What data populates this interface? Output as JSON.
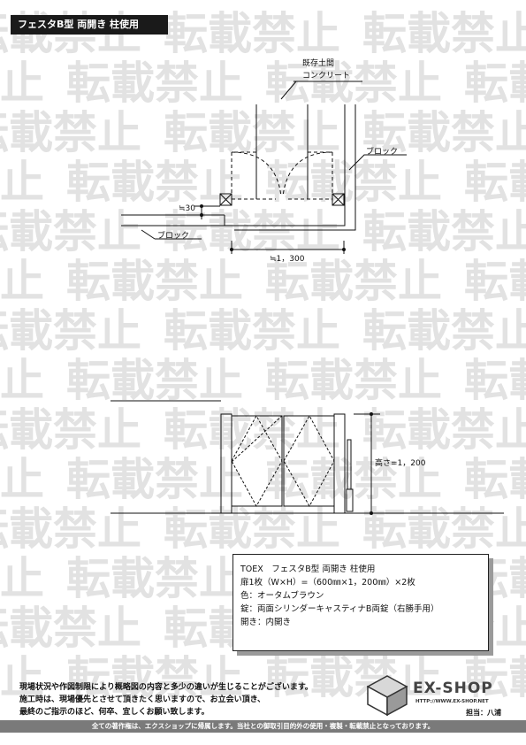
{
  "header": {
    "title": "フェスタB型 両開き 柱使用"
  },
  "watermark": {
    "text": "転載禁止",
    "color": "#e2e2e2"
  },
  "plan_view": {
    "existing_label_line1": "既存土間",
    "existing_label_line2": "コンクリート",
    "block_right_label": "ブロック",
    "block_left_label": "ブロック",
    "offset_label": "≒30",
    "width_label": "≒1，300"
  },
  "elevation_view": {
    "height_label": "高さ=1，200"
  },
  "spec": {
    "line1": "TOEX　フェスタB型 両開き 柱使用",
    "line2": "扉1枚（W×H）=（600㎜×1，200㎜）×2枚",
    "line3": "色：オータムブラウン",
    "line4": "錠：両面シリンダーキャスティナB両錠（右勝手用）",
    "line5": "開き：内開き"
  },
  "notes": {
    "line1": "現場状況や作図制限により概略図の内容と多少の違いが生じることがございます。",
    "line2": "施工時は、現場優先とさせて頂きたく思いますので、お立会い頂き、",
    "line3": "最終のご指示のほど、何卒、宜しくお願い致します。"
  },
  "logo": {
    "name": "EX-SHOP",
    "url": "HTTP://WWW.EX-SHOP.NET",
    "person": "担当：八浦"
  },
  "footer": {
    "text": "全ての著作権は、エクスショップに帰属します。当社との御取引目的外の使用・複製・転載禁止となっております。"
  }
}
